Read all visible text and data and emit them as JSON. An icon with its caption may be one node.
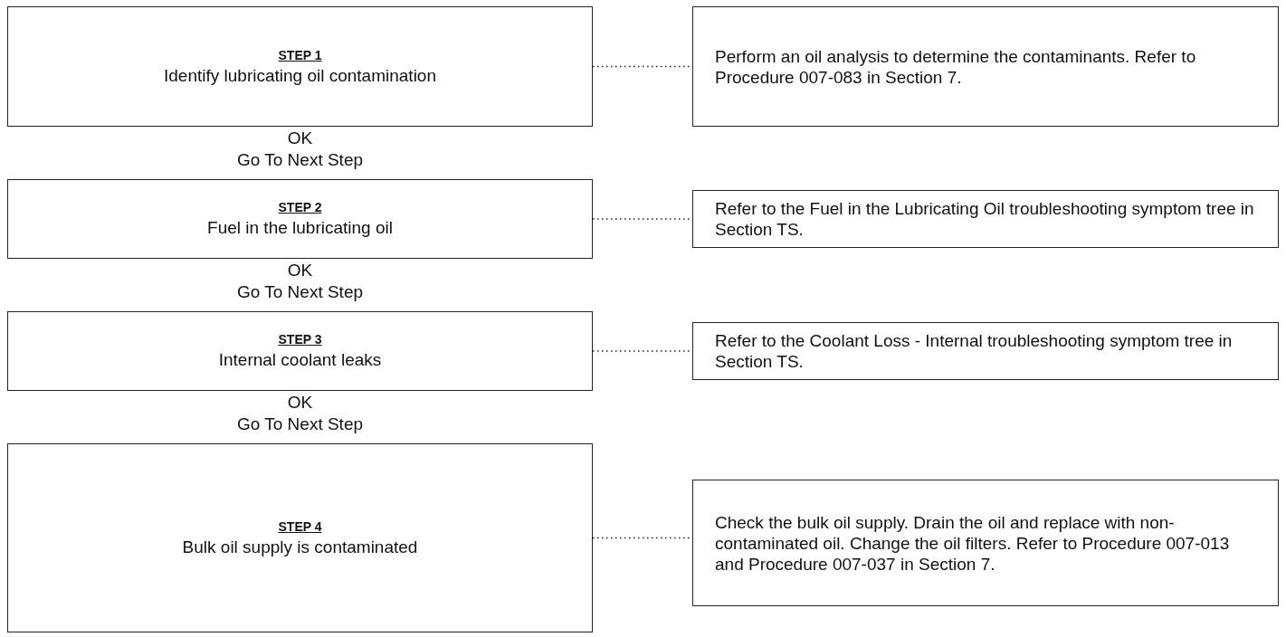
{
  "diagram": {
    "nodes": [
      {
        "text": [
          "STEP 1",
          "Identify lubricating oil contamination"
        ]
      },
      {
        "text": [
          "Perform an oil analysis to determine the contaminants. Refer to Procedure 007-083 in Section 7."
        ]
      },
      {
        "text": [
          "STEP 2",
          "Fuel in the lubricating oil"
        ]
      },
      {
        "text": [
          "Refer to the Fuel in the Lubricating Oil troubleshooting symptom tree in Section TS."
        ]
      },
      {
        "text": [
          "STEP 3",
          "Internal coolant leaks"
        ]
      },
      {
        "text": [
          "Refer to the Coolant Loss - Internal troubleshooting symptom tree in Section TS."
        ]
      },
      {
        "text": [
          "STEP 4",
          "Bulk oil supply is contaminated"
        ]
      },
      {
        "text": [
          "Check the bulk oil supply. Drain the oil and replace with non-contaminated oil. Change the oil filters. Refer to Procedure 007-013 and Procedure 007-037 in Section 7."
        ]
      }
    ],
    "edges": [
      {
        "from": 0,
        "to": 1,
        "arrow": "none",
        "style": "dashed"
      },
      {
        "from": 2,
        "to": 3,
        "arrow": "none",
        "style": "dashed"
      },
      {
        "from": 4,
        "to": 5,
        "arrow": "none",
        "style": "dashed"
      },
      {
        "from": 6,
        "to": 7,
        "arrow": "none",
        "style": "dashed"
      }
    ],
    "labels": [
      "OK",
      "Go To Next Step",
      "OK",
      "Go To Next Step",
      "OK",
      "Go To Next Step"
    ]
  }
}
